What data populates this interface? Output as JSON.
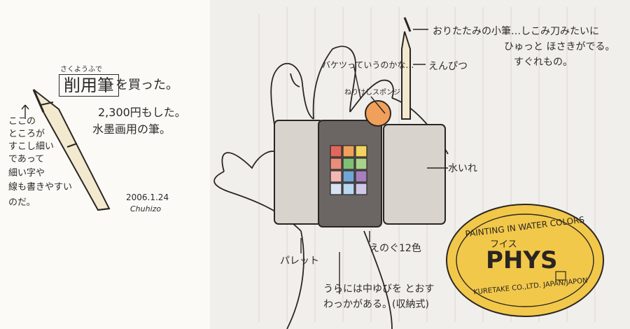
{
  "left_note": {
    "furigana": "さくようふで",
    "title_boxed": "削用筆",
    "title_tail": "を買った。",
    "price": "2,300円もした。",
    "usage": "水墨画用の筆。",
    "side_note_lines": [
      "ここの",
      "ところが",
      "すこし細い",
      "であって",
      "細い字や",
      "線も書きやすい",
      "のだ。"
    ],
    "date": "2006.1.24",
    "signature": "Chuhizo"
  },
  "annotations": {
    "fold_brush": "おりたたみの小筆…しこみ刀みたいに",
    "fold_brush_2": "ひゅっと ほさきがでる。",
    "fold_brush_3": "すぐれもの。",
    "pencil": "えんぴつ",
    "bucket": "バケツっていうのかな…",
    "sponge": "ねりけしスポンジ",
    "water": "水いれ",
    "palette": "パレット",
    "paints": "えのぐ12色",
    "back_ring_1": "うらには中ゆびを とおす",
    "back_ring_2": "わっかがある。(収納式)"
  },
  "label": {
    "top_arc": "PAINTING IN WATER COLORS",
    "jp": "フイス",
    "brand": "PHYS",
    "bottom": "KURETAKE CO.,LTD. JAPAN/JAPON"
  },
  "colors": {
    "label_fill": "#f2c84a",
    "ink": "#2b2623",
    "paint_red": "#e3665e",
    "paint_orange": "#f0a05a",
    "paint_yellow": "#f2d45e",
    "paint_green": "#7fbf76",
    "paint_blue": "#6fa6d6",
    "paint_purple": "#a57fbf"
  }
}
